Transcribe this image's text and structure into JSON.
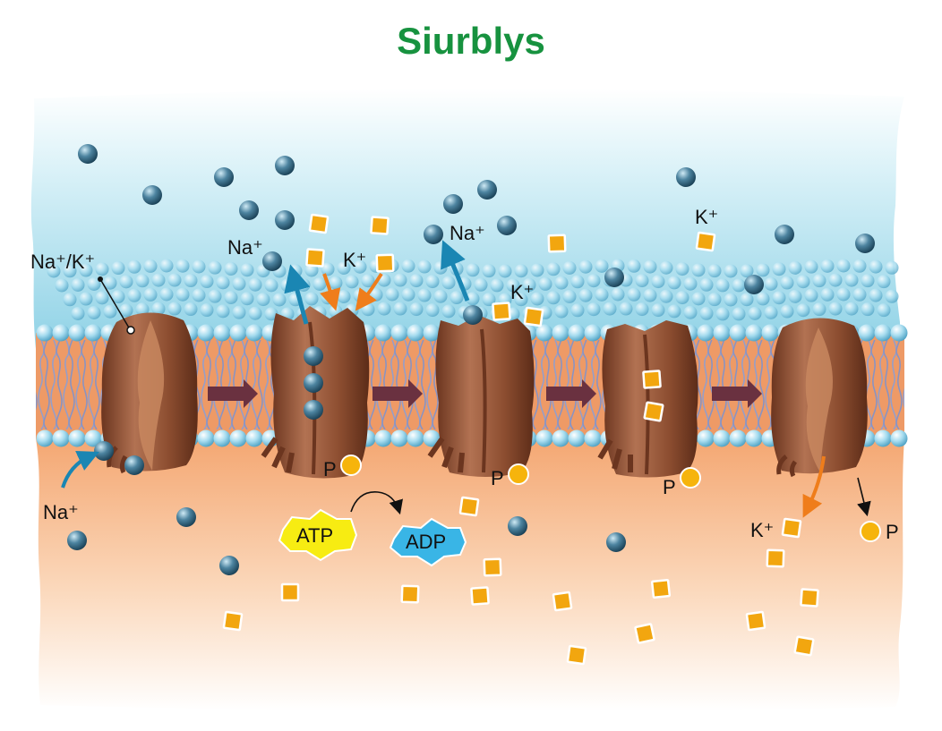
{
  "title": "Siurblys",
  "labels": {
    "pump": "Na⁺/K⁺",
    "na_in": "Na⁺",
    "na_out_1": "Na⁺",
    "na_out_2": "Na⁺",
    "k_in_1": "K⁺",
    "k_in_2": "K⁺",
    "k_out_top": "K⁺",
    "k_out_bottom": "K⁺",
    "p_1": "P",
    "p_2": "P",
    "p_3": "P",
    "p_4": "P",
    "atp": "ATP",
    "adp": "ADP"
  },
  "colors": {
    "title": "#17923f",
    "extracellular": "#a9dceb",
    "cytoplasm": "#f5b07f",
    "protein": "#9a5a3c",
    "sodium_ion": "#3f6f86",
    "potassium_ion": "#f2a60f",
    "arrow_na": "#1a86b3",
    "arrow_k": "#ef7d1b",
    "step_arrow": "#6a3140",
    "atp_badge": "#f7ec12",
    "adp_badge": "#39b5e6"
  }
}
